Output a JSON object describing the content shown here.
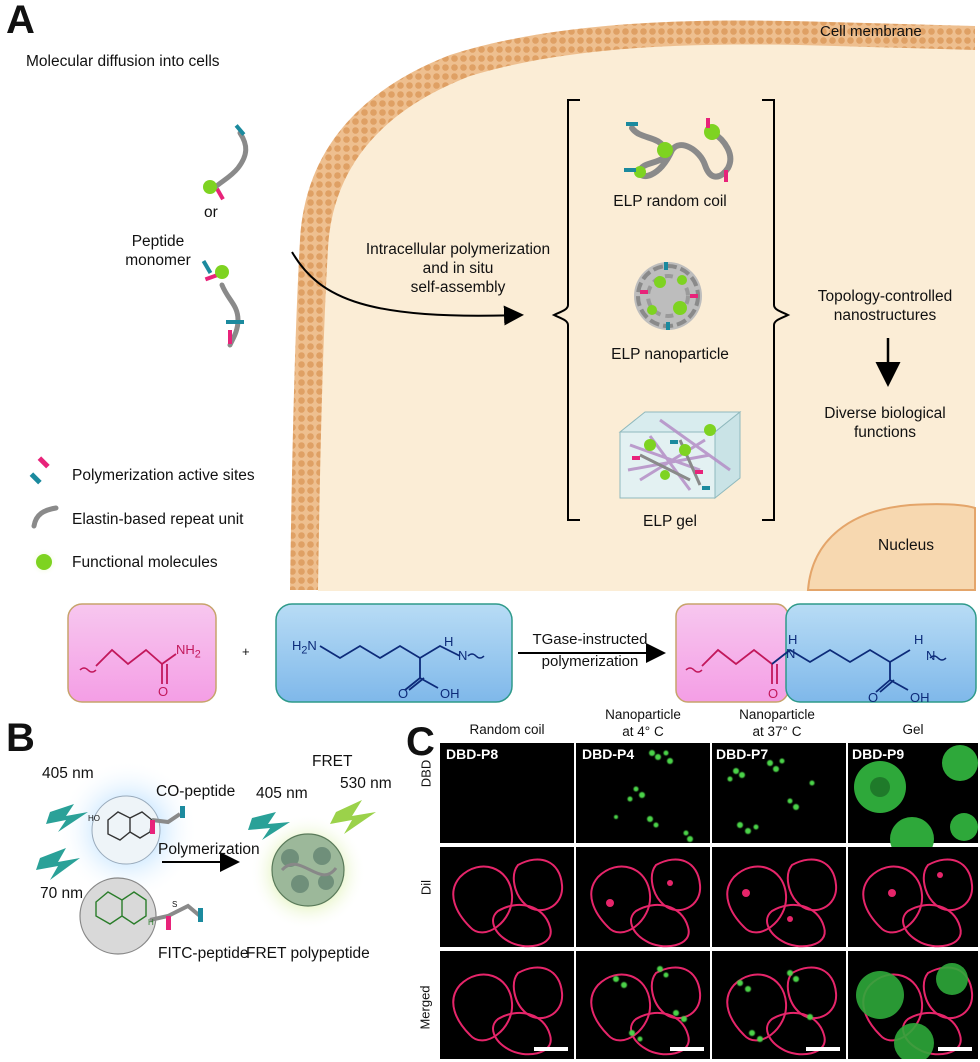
{
  "panelA": {
    "letter": "A",
    "cell_membrane": "Cell membrane",
    "diffusion": "Molecular diffusion into cells",
    "or": "or",
    "monomer_l1": "Peptide",
    "monomer_l2": "monomer",
    "process_l1": "Intracellular polymerization",
    "process_l2": "and in situ",
    "process_l3": "self-assembly",
    "coil": "ELP random coil",
    "nano": "ELP nanoparticle",
    "gel": "ELP gel",
    "topo_l1": "Topology-controlled",
    "topo_l2": "nanostructures",
    "bio_l1": "Diverse biological",
    "bio_l2": "functions",
    "nucleus": "Nucleus",
    "legend": [
      {
        "label": "Polymerization active sites",
        "icon": "active-site-icon"
      },
      {
        "label": "Elastin-based repeat unit",
        "icon": "repeat-unit-icon"
      },
      {
        "label": "Functional molecules",
        "icon": "functional-molecule-icon"
      }
    ],
    "colors": {
      "membrane": "#e8b27c",
      "cytoplasm": "#fbedd6",
      "pink": "#e8237a",
      "teal": "#1b8a9e",
      "green": "#7ed321"
    }
  },
  "reaction": {
    "nh2": "NH",
    "nh2_sub": "2",
    "o": "O",
    "plus": "+",
    "h2n": "H",
    "h2n_sub": "2",
    "h2n_n": "N",
    "h": "H",
    "n": "N",
    "oh": "OH",
    "arrow_l1": "TGase-instructed",
    "arrow_l2": "polymerization",
    "product_h": "H",
    "product_n": "N",
    "product_o": "O",
    "product_h2": "H",
    "product_n2": "N",
    "product_o2": "O",
    "product_oh": "OH"
  },
  "panelB": {
    "letter": "B",
    "nm405a": "405 nm",
    "co": "CO-peptide",
    "nm70": "70 nm",
    "fitc": "FITC-peptide",
    "polymerization": "Polymerization",
    "nm405b": "405 nm",
    "fret": "FRET",
    "nm530": "530 nm",
    "fret_poly": "FRET polypeptide",
    "ho": "HO",
    "s": "S",
    "hn": "H"
  },
  "panelC": {
    "letter": "C",
    "columns": [
      {
        "header_l1": "",
        "header_l2": "Random coil",
        "tag": "DBD-P8"
      },
      {
        "header_l1": "Nanoparticle",
        "header_l2": "at 4° C",
        "tag": "DBD-P4"
      },
      {
        "header_l1": "Nanoparticle",
        "header_l2": "at 37° C",
        "tag": "DBD-P7"
      },
      {
        "header_l1": "",
        "header_l2": "Gel",
        "tag": "DBD-P9"
      }
    ],
    "rows": [
      "DBD",
      "Dil",
      "Merged"
    ]
  }
}
